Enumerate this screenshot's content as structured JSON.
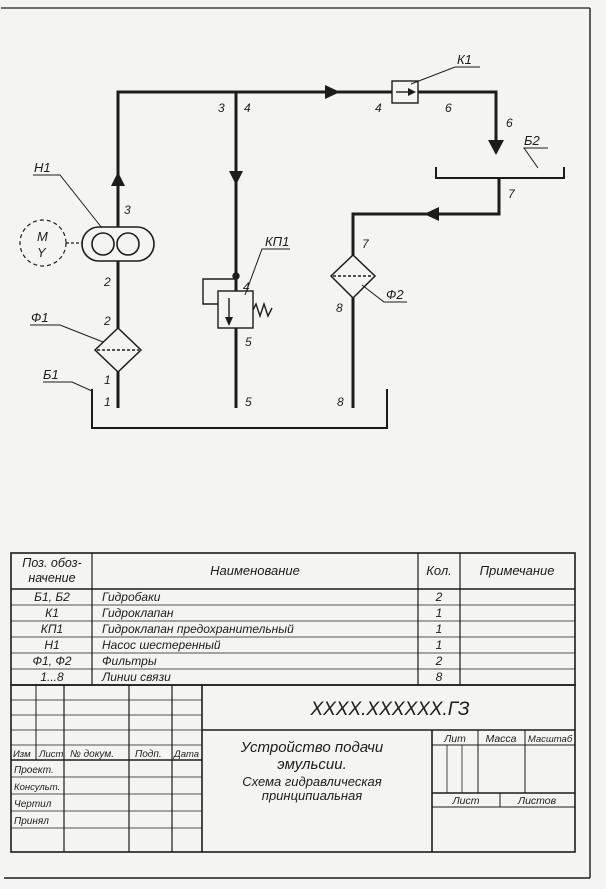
{
  "diagram": {
    "labels": {
      "h1": "Н1",
      "motor_m": "М",
      "motor_y": "Y",
      "f1": "Ф1",
      "b1": "Б1",
      "kp1": "КП1",
      "k1": "К1",
      "b2": "Б2",
      "f2": "Ф2"
    },
    "ports": {
      "p1a": "1",
      "p1b": "1",
      "p2a": "2",
      "p2b": "2",
      "p3a": "3",
      "p3b": "3",
      "p4a": "4",
      "p4b": "4",
      "p4c": "4",
      "p5a": "5",
      "p5b": "5",
      "p6a": "6",
      "p6b": "6",
      "p7a": "7",
      "p7b": "7",
      "p8a": "8",
      "p8b": "8"
    }
  },
  "spec_table": {
    "headers": {
      "pos_line1": "Поз. обоз-",
      "pos_line2": "начение",
      "name": "Наименование",
      "qty": "Кол.",
      "note": "Примечание"
    },
    "rows": [
      {
        "pos": "Б1, Б2",
        "name": "Гидробаки",
        "qty": "2"
      },
      {
        "pos": "К1",
        "name": "Гидроклапан",
        "qty": "1"
      },
      {
        "pos": "КП1",
        "name": "Гидроклапан предохранительный",
        "qty": "1"
      },
      {
        "pos": "Н1",
        "name": "Насос шестеренный",
        "qty": "1"
      },
      {
        "pos": "Ф1, Ф2",
        "name": "Фильтры",
        "qty": "2"
      },
      {
        "pos": "1...8",
        "name": "Линии связи",
        "qty": "8"
      }
    ]
  },
  "title_block": {
    "doc_code": "ХХХХ.ХХХХХХ.ГЗ",
    "title_line1": "Устройство подачи",
    "title_line2": "эмульсии.",
    "title_line3": "Схема гидравлическая",
    "title_line4": "принципиальная",
    "col_izm": "Изм",
    "col_list": "Лист",
    "col_doc": "№ докум.",
    "col_podp": "Подп.",
    "col_data": "Дата",
    "role_1": "Проект.",
    "role_2": "Консульт.",
    "role_3": "Чертил",
    "role_4": "Принял",
    "lit": "Лит",
    "massa": "Масса",
    "masshtab": "Масштаб",
    "list": "Лист",
    "listov": "Листов"
  },
  "colors": {
    "ink": "#1c1c1c",
    "paper": "#f4f4f2"
  }
}
